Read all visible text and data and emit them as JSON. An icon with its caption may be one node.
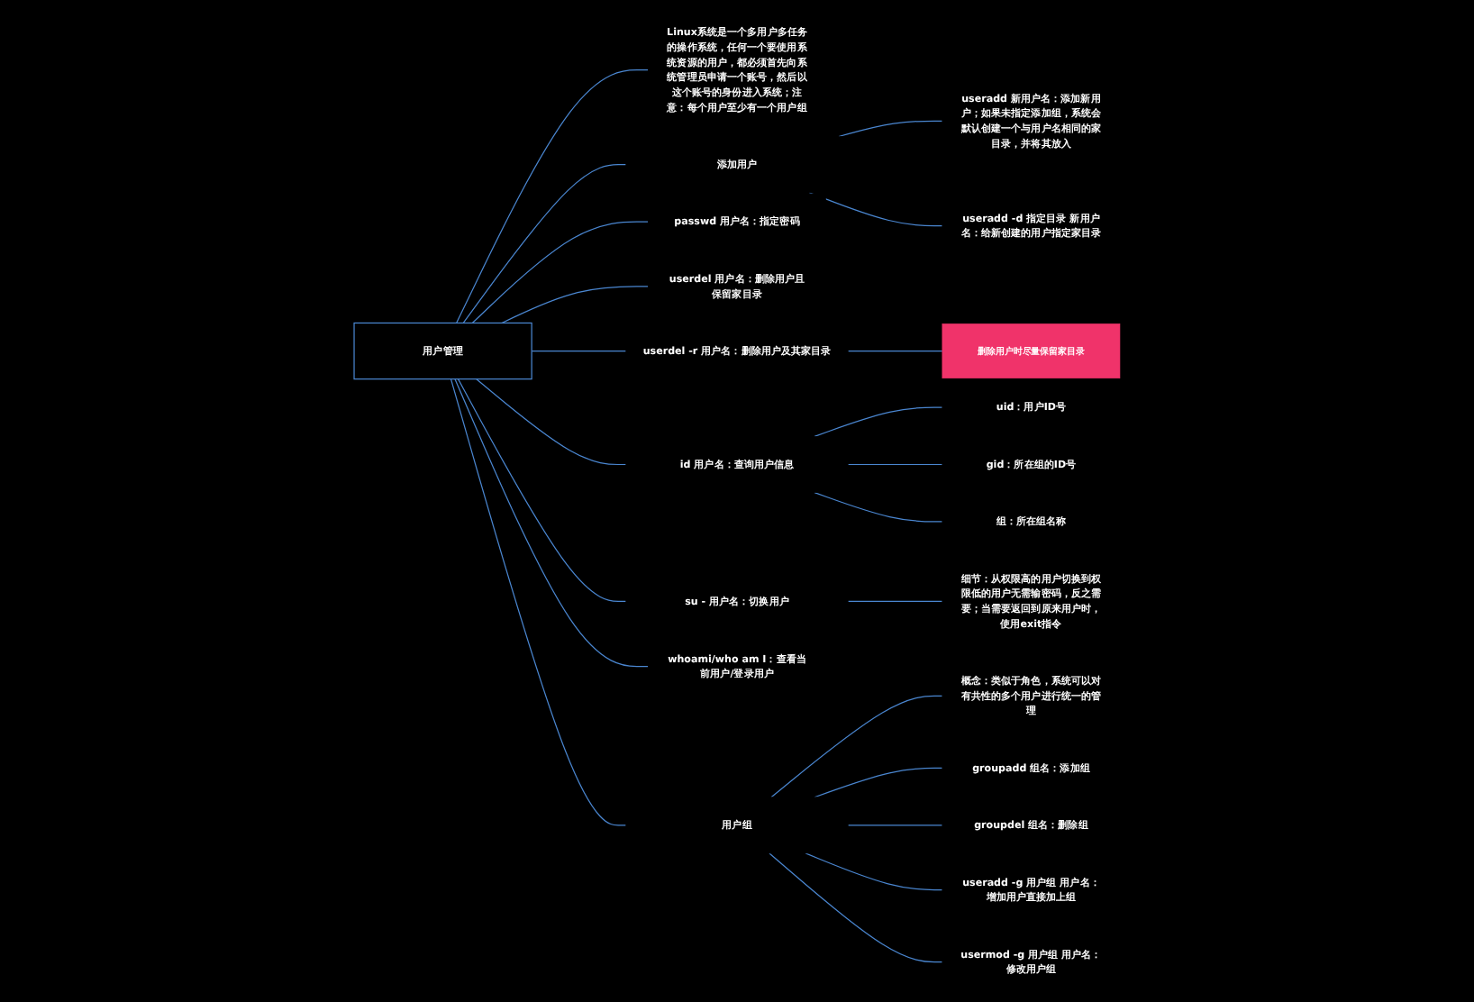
{
  "diagram": {
    "nodes": [
      {
        "text": [
          "用户管理"
        ]
      },
      {
        "text": [
          "Linux系统是一个多用户多任务的操作系统，任何一个要使用系统资源的用户，都必须首先向系统管理员申请一个账号，然后以这个账号的身份进入系统；注意：每个用户至少有一个用户组"
        ]
      },
      {
        "text": [
          "添加用户"
        ]
      },
      {
        "text": [
          "useradd 新用户名：添加新用户；如果未指定添加组，系统会默认创建一个与用户名相同的家目录，并将其放入"
        ]
      },
      {
        "text": [
          "useradd -d 指定目录 新用户名：给新创建的用户指定家目录"
        ]
      },
      {
        "text": [
          "passwd 用户名：指定密码"
        ]
      },
      {
        "text": [
          "userdel 用户名：删除用户且保留家目录"
        ]
      },
      {
        "text": [
          "userdel -r 用户名：删除用户及其家目录"
        ]
      },
      {
        "text": [
          "删除用户时尽量保留家目录"
        ]
      },
      {
        "text": [
          "id 用户名：查询用户信息"
        ]
      },
      {
        "text": [
          "uid：用户ID号"
        ]
      },
      {
        "text": [
          "gid：所在组的ID号"
        ]
      },
      {
        "text": [
          "组：所在组名称"
        ]
      },
      {
        "text": [
          "su - 用户名：切换用户"
        ]
      },
      {
        "text": [
          "细节：从权限高的用户切换到权限低的用户无需输密码，反之需要；当需要返回到原来用户时，使用exit指令"
        ]
      },
      {
        "text": [
          "whoami/who am I：查看当前用户/登录用户"
        ]
      },
      {
        "text": [
          "用户组"
        ]
      },
      {
        "text": [
          "概念：类似于角色，系统可以对有共性的多个用户进行统一的管理"
        ]
      },
      {
        "text": [
          "groupadd 组名：添加组"
        ]
      },
      {
        "text": [
          "groupdel 组名：删除组"
        ]
      },
      {
        "text": [
          "useradd -g 用户组 用户名：增加用户直接加上组"
        ]
      },
      {
        "text": [
          "usermod -g 用户组 用户名：修改用户组"
        ]
      }
    ],
    "edges": [
      {
        "from": 0,
        "to": 1,
        "arrow": "none"
      },
      {
        "from": 0,
        "to": 2,
        "arrow": "none"
      },
      {
        "from": 2,
        "to": 3,
        "arrow": "none"
      },
      {
        "from": 2,
        "to": 4,
        "arrow": "none"
      },
      {
        "from": 0,
        "to": 5,
        "arrow": "none"
      },
      {
        "from": 0,
        "to": 6,
        "arrow": "none"
      },
      {
        "from": 0,
        "to": 7,
        "arrow": "none"
      },
      {
        "from": 7,
        "to": 8,
        "arrow": "none"
      },
      {
        "from": 0,
        "to": 9,
        "arrow": "none"
      },
      {
        "from": 9,
        "to": 10,
        "arrow": "none"
      },
      {
        "from": 9,
        "to": 11,
        "arrow": "none"
      },
      {
        "from": 9,
        "to": 12,
        "arrow": "none"
      },
      {
        "from": 0,
        "to": 13,
        "arrow": "none"
      },
      {
        "from": 13,
        "to": 14,
        "arrow": "none"
      },
      {
        "from": 0,
        "to": 15,
        "arrow": "none"
      },
      {
        "from": 0,
        "to": 16,
        "arrow": "none"
      },
      {
        "from": 16,
        "to": 17,
        "arrow": "none"
      },
      {
        "from": 16,
        "to": 18,
        "arrow": "none"
      },
      {
        "from": 16,
        "to": 19,
        "arrow": "none"
      },
      {
        "from": 16,
        "to": 20,
        "arrow": "none"
      },
      {
        "from": 16,
        "to": 21,
        "arrow": "none"
      }
    ]
  }
}
